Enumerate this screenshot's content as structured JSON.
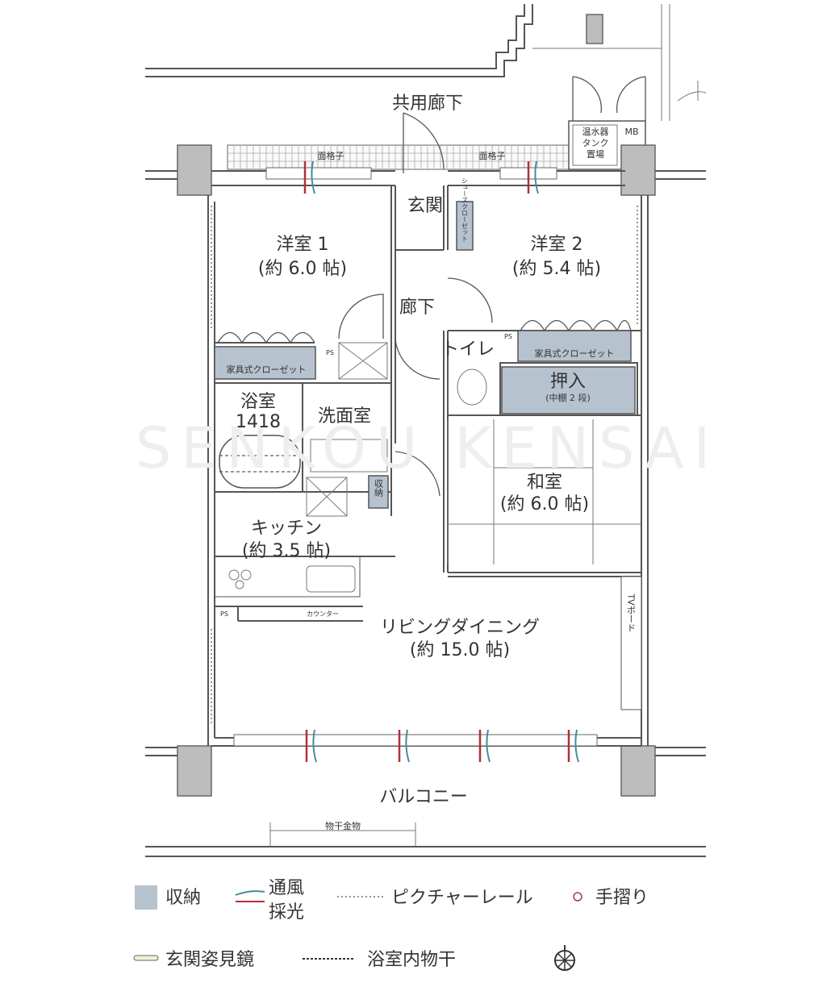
{
  "plan": {
    "corridor": "共用廊下",
    "grille_left": "面格子",
    "grille_right": "面格子",
    "water_heater": [
      "温水器",
      "タンク",
      "置場"
    ],
    "mb": "MB",
    "entrance": "玄関",
    "shoe_closet": "シューズクローゼット",
    "western1": {
      "name": "洋室 1",
      "size": "(約 6.0 帖)"
    },
    "western2": {
      "name": "洋室 2",
      "size": "(約 5.4 帖)"
    },
    "hallway": "廊下",
    "closet1": "家具式クローゼット",
    "closet2": "家具式クローゼット",
    "toilet": "トイレ",
    "oshiire": {
      "name": "押入",
      "note": "(中棚 2 段)"
    },
    "bath": {
      "name": "浴室",
      "size": "1418"
    },
    "washroom": "洗面室",
    "storage": "収納",
    "japanese": {
      "name": "和室",
      "size": "(約 6.0 帖)"
    },
    "kitchen": {
      "name": "キッチン",
      "size": "(約 3.5 帖)"
    },
    "counter": "カウンター",
    "ps": "PS",
    "living": {
      "name": "リビングダイニング",
      "size": "(約 15.0 帖)"
    },
    "tv_board": "TVボード",
    "balcony": "バルコニー",
    "laundry_hardware": "物干金物",
    "watermark": "SENKOU KENSAI"
  },
  "legend": {
    "storage": "収納",
    "ventilation": "通風",
    "lighting": "採光",
    "picture_rail": "ピクチャーレール",
    "handrail": "手摺り",
    "mirror": "玄関姿見鏡",
    "bath_dryer": "浴室内物干"
  },
  "colors": {
    "storage": "#b7c2cf",
    "vent_red": "#b0303a",
    "vent_blue": "#4a8a9a",
    "column": "#bdbdbd"
  }
}
